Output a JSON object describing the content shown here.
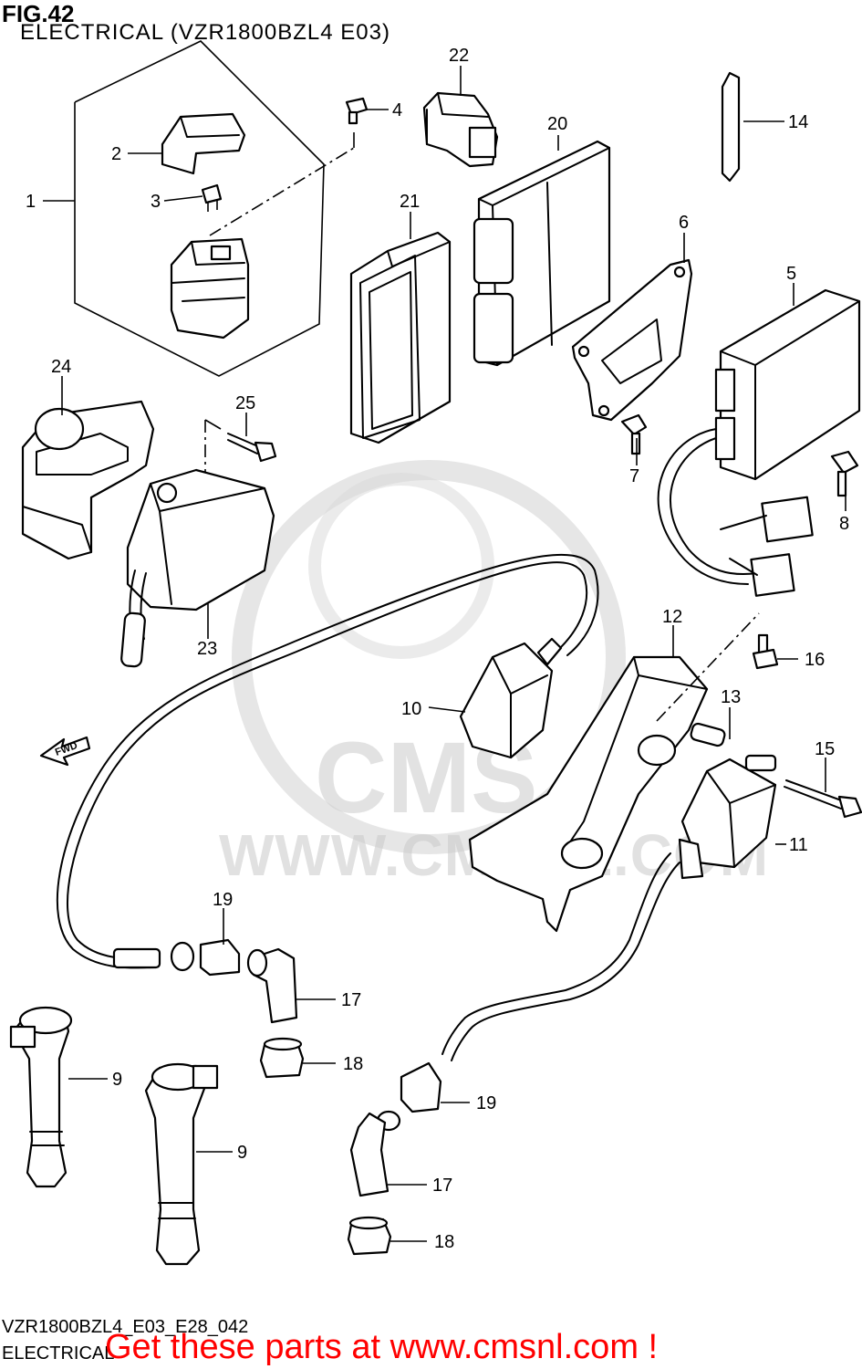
{
  "header": {
    "figure": "FIG.42",
    "subtitle": "ELECTRICAL (VZR1800BZL4 E03)"
  },
  "footer": {
    "code": "VZR1800BZL4_E03_E28_042",
    "section": "ELECTRICAL",
    "call_to_action": "Get these parts at www.cmsnl.com !"
  },
  "watermark": {
    "text": "WWW.CMSNL.COM",
    "logo_text": "CMS"
  },
  "direction_arrow": {
    "label": "FWD"
  },
  "callouts": [
    {
      "id": "c1",
      "num": "1"
    },
    {
      "id": "c2",
      "num": "2"
    },
    {
      "id": "c3",
      "num": "3"
    },
    {
      "id": "c4",
      "num": "4"
    },
    {
      "id": "c5",
      "num": "5"
    },
    {
      "id": "c6",
      "num": "6"
    },
    {
      "id": "c7",
      "num": "7"
    },
    {
      "id": "c8",
      "num": "8"
    },
    {
      "id": "c9a",
      "num": "9"
    },
    {
      "id": "c9b",
      "num": "9"
    },
    {
      "id": "c10",
      "num": "10"
    },
    {
      "id": "c11",
      "num": "11"
    },
    {
      "id": "c12",
      "num": "12"
    },
    {
      "id": "c13",
      "num": "13"
    },
    {
      "id": "c14",
      "num": "14"
    },
    {
      "id": "c15",
      "num": "15"
    },
    {
      "id": "c16",
      "num": "16"
    },
    {
      "id": "c17a",
      "num": "17"
    },
    {
      "id": "c17b",
      "num": "17"
    },
    {
      "id": "c18a",
      "num": "18"
    },
    {
      "id": "c18b",
      "num": "18"
    },
    {
      "id": "c19a",
      "num": "19"
    },
    {
      "id": "c19b",
      "num": "19"
    },
    {
      "id": "c20",
      "num": "20"
    },
    {
      "id": "c21",
      "num": "21"
    },
    {
      "id": "c22",
      "num": "22"
    },
    {
      "id": "c23",
      "num": "23"
    },
    {
      "id": "c24",
      "num": "24"
    },
    {
      "id": "c25",
      "num": "25"
    }
  ],
  "colors": {
    "ink": "#000000",
    "cta": "#ff0000",
    "watermark": "#c9c9c9"
  }
}
